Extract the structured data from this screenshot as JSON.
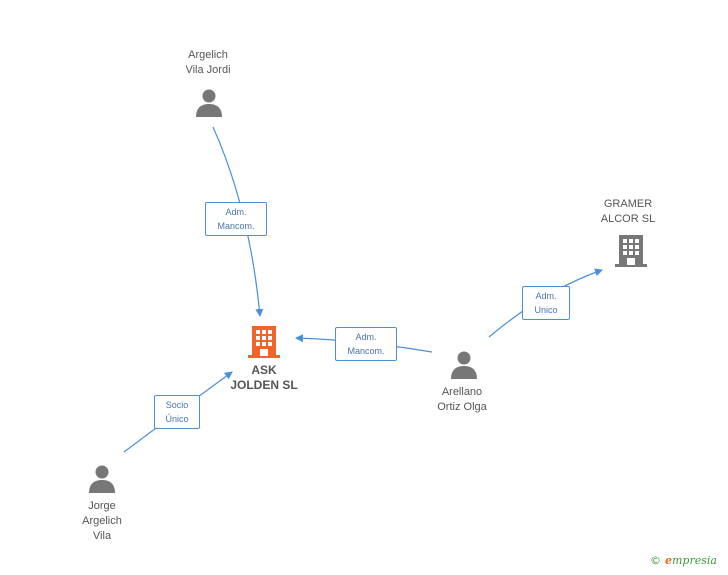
{
  "nodes": {
    "argelich_vila_jordi": {
      "label": "Argelich\nVila Jordi",
      "icon": "person-icon"
    },
    "gramer_alcor": {
      "label": "GRAMER\nALCOR SL",
      "icon": "building-icon"
    },
    "ask_jolden": {
      "label": "ASK\nJOLDEN SL",
      "icon": "building-icon"
    },
    "arellano_ortiz_olga": {
      "label": "Arellano\nOrtiz Olga",
      "icon": "person-icon"
    },
    "jorge_argelich_vila": {
      "label": "Jorge\nArgelich\nVila",
      "icon": "person-icon"
    }
  },
  "edges": {
    "adm_mancom_top": "Adm.\nMancom.",
    "adm_mancom_mid": "Adm.\nMancom.",
    "adm_unico": "Adm.\nUnico",
    "socio_unico": "Socio\nÚnico"
  },
  "footer": {
    "copyright": "©",
    "brand_initial": "e",
    "brand_rest": "mpresia"
  },
  "colors": {
    "edge": "#4a90d9",
    "main_company": "#f0622e",
    "company": "#777777",
    "person": "#777777"
  }
}
